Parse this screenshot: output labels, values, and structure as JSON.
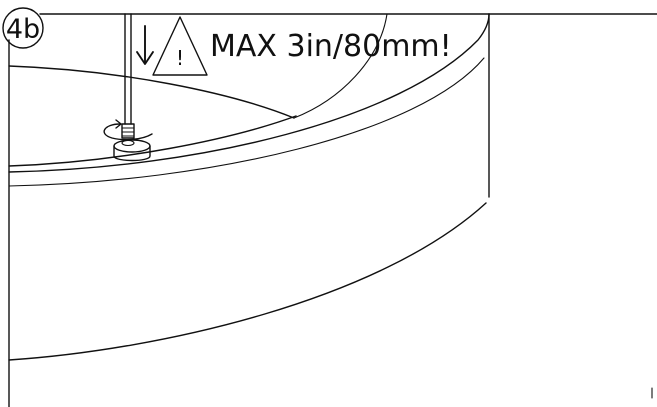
{
  "step": {
    "number": "4b"
  },
  "warning": {
    "symbol": "!",
    "text": "MAX 3in/80mm!"
  },
  "icons": {
    "step_badge": "circle-badge",
    "warning": "warning-triangle-icon",
    "direction": "down-arrow-icon",
    "rotation": "rotate-arrow-icon"
  },
  "colors": {
    "ink": "#111111",
    "background": "#ffffff"
  }
}
